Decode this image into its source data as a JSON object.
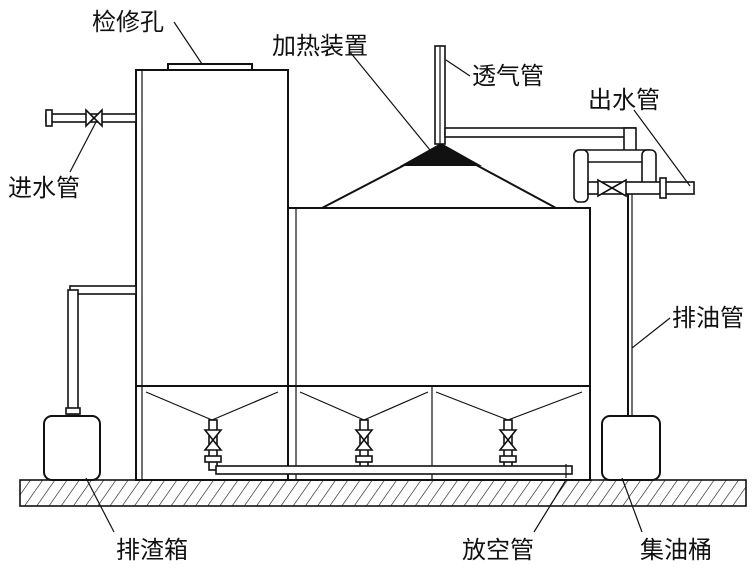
{
  "labels": {
    "inspection_hole": "检修孔",
    "heating_device": "加热装置",
    "vent_pipe": "透气管",
    "outlet_pipe": "出水管",
    "inlet_pipe": "进水管",
    "oil_drain_pipe": "排油管",
    "sludge_box": "排渣箱",
    "empty_pipe": "放空管",
    "oil_bucket": "集油桶"
  },
  "colors": {
    "line": "#111111",
    "ground_hatch": "#111111",
    "heater": "#111111"
  }
}
